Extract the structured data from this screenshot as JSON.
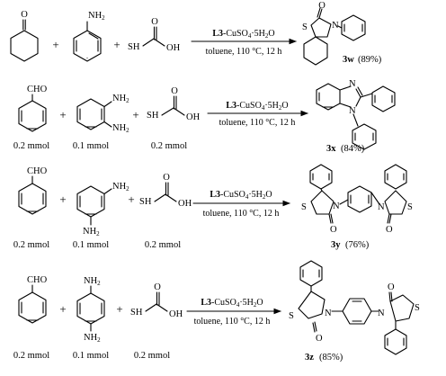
{
  "reactions": [
    {
      "id": "3w",
      "reagent_line": [
        "L3",
        "-CuSO",
        "4",
        "·5H",
        "2",
        "O"
      ],
      "conditions": "toluene, 110 °C, 12 h",
      "product_label": "3w",
      "yield": "(89%)",
      "amounts": []
    },
    {
      "id": "3x",
      "reagent_line": [
        "L3",
        "-CuSO",
        "4",
        "·5H",
        "2",
        "O"
      ],
      "conditions": "toluene, 110 °C, 12 h",
      "product_label": "3x",
      "yield": "(84%)",
      "amounts": [
        "0.2 mmol",
        "0.1 mmol",
        "0.2 mmol"
      ]
    },
    {
      "id": "3y",
      "reagent_line": [
        "L3",
        "-CuSO",
        "4",
        "·5H",
        "2",
        "O"
      ],
      "conditions": "toluene, 110 °C, 12 h",
      "product_label": "3y",
      "yield": "(76%)",
      "amounts": [
        "0.2 mmol",
        "0.1 mmol",
        "0.2 mmol"
      ]
    },
    {
      "id": "3z",
      "reagent_line": [
        "L3",
        "-CuSO",
        "4",
        "·5H",
        "2",
        "O"
      ],
      "conditions": "toluene, 110 °C, 12 h",
      "product_label": "3z",
      "yield": "(85%)",
      "amounts": [
        "0.2 mmol",
        "0.1 mmol",
        "0.2 mmol"
      ]
    }
  ],
  "atoms": {
    "oxygen": "O",
    "sulfur": "S",
    "nitrogen": "N",
    "amine": "NH2",
    "aldehyde": "CHO",
    "thiol": "SH",
    "hydroxyl": "OH",
    "plus": "+"
  }
}
